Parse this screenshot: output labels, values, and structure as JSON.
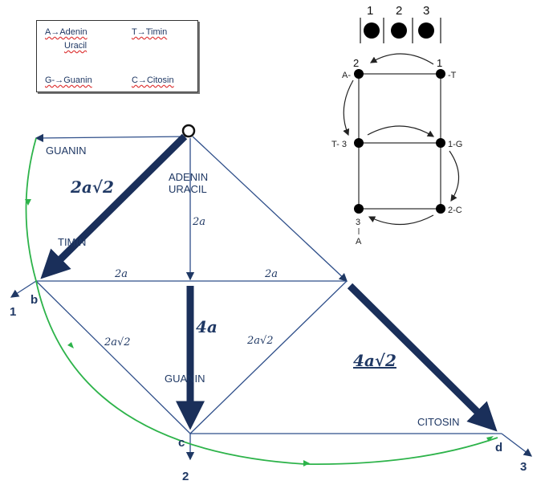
{
  "legend": {
    "a": "A→Adenin",
    "a2": "Uracil",
    "t": "T→Timin",
    "g": "G-→Guanin",
    "c": "C→Citosin"
  },
  "main": {
    "guanin_top": "GUANIN",
    "adenin": "ADENIN",
    "uracil": "URACIL",
    "timin": "TIMIN",
    "len_2a_v": "2a",
    "len_2a_left": "2a",
    "len_2a_right": "2a",
    "diag_left": "2a√2",
    "diag_right": "2a√2",
    "big_2a2": "2a√2",
    "big_4a": "4a",
    "big_4a2": "4a√2",
    "guanin_mid": "GUANIN",
    "citosin": "CITOSIN",
    "node_b": "b",
    "node_c": "c",
    "node_d": "d",
    "axis_1": "1",
    "axis_2": "2",
    "axis_3": "3"
  },
  "inset": {
    "cols": [
      "1",
      "2",
      "3"
    ],
    "n_a_num": "2",
    "n_a_lbl": "A-",
    "n_t_num": "1",
    "n_t_lbl": "-T",
    "n_t3_lbl": "T- 3",
    "n_g_lbl": "1-G",
    "n_c_lbl": "2-C",
    "n_b_num": "3",
    "n_b_lbl": "A"
  }
}
